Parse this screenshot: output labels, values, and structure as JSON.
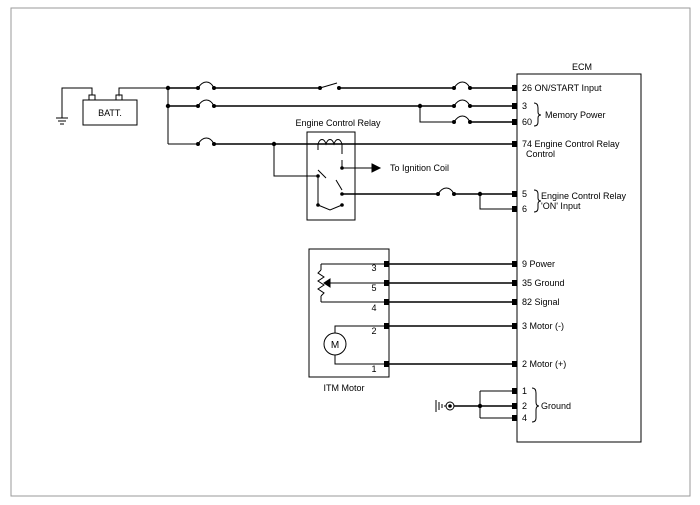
{
  "components": {
    "ecm": "ECM",
    "battery": "BATT.",
    "relay": "Engine Control Relay",
    "itm_motor": "ITM Motor",
    "motor_symbol": "M",
    "ignition_coil": "To Ignition Coil"
  },
  "ecm_pins": [
    {
      "label": "26 ON/START Input"
    },
    {
      "label": "3"
    },
    {
      "label": "60"
    },
    {
      "label": "74 Engine Control Relay"
    },
    {
      "label": "Control"
    },
    {
      "label": "5"
    },
    {
      "label": "6"
    },
    {
      "label": "9 Power"
    },
    {
      "label": "35 Ground"
    },
    {
      "label": "82 Signal"
    },
    {
      "label": "3 Motor (-)"
    },
    {
      "label": "2 Motor (+)"
    },
    {
      "label": "1"
    },
    {
      "label": "2"
    },
    {
      "label": "4"
    }
  ],
  "group_labels": {
    "memory_power": "Memory Power",
    "relay_on_input_1": "Engine Control Relay",
    "relay_on_input_2": "'ON' Input",
    "ground": "Ground"
  },
  "itm_pins": [
    "3",
    "5",
    "4",
    "2",
    "1"
  ]
}
